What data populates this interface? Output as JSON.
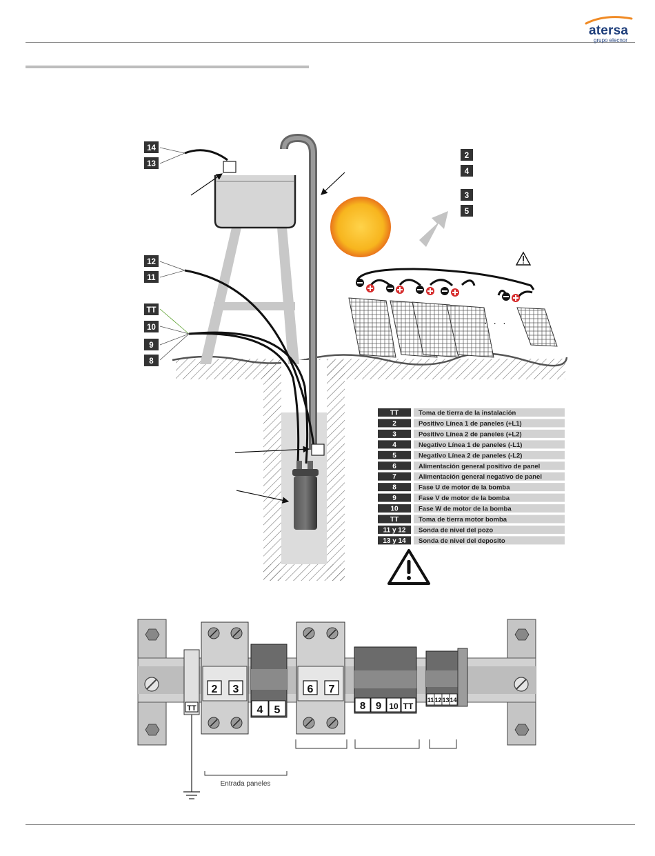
{
  "brand": {
    "name": "atersa",
    "subtitle": "grupo elecnor",
    "colors": {
      "primary": "#1d3d7a",
      "accent": "#f08a24"
    }
  },
  "diagram": {
    "tank_wire_labels": [
      "14",
      "13"
    ],
    "well_probe_labels": [
      "12",
      "11"
    ],
    "motor_labels": [
      "TT",
      "10",
      "9",
      "8"
    ],
    "panel_line_labels": [
      "2",
      "4",
      "3",
      "5"
    ],
    "panel_ellipsis": ". . ."
  },
  "legend": [
    {
      "code": "TT",
      "text": "Toma de tierra de la instalación"
    },
    {
      "code": "2",
      "text": "Positivo Línea 1 de paneles (+L1)"
    },
    {
      "code": "3",
      "text": "Positivo Línea 2 de paneles (+L2)"
    },
    {
      "code": "4",
      "text": "Negativo Línea 1 de paneles (-L1)"
    },
    {
      "code": "5",
      "text": "Negativo Línea 2 de paneles (-L2)"
    },
    {
      "code": "6",
      "text": "Alimentación general positivo de panel"
    },
    {
      "code": "7",
      "text": "Alimentación general negativo de panel"
    },
    {
      "code": "8",
      "text": "Fase U de motor de la bomba"
    },
    {
      "code": "9",
      "text": "Fase V de motor de la bomba"
    },
    {
      "code": "10",
      "text": "Fase W de motor de la bomba"
    },
    {
      "code": "TT",
      "text": "Toma de tierra motor bomba"
    },
    {
      "code": "11 y 12",
      "text": "Sonda de nivel del pozo"
    },
    {
      "code": "13 y 14",
      "text": "Sonda de nivel del deposito"
    }
  ],
  "terminal_block": {
    "earth": "TT",
    "breaker_a": [
      "2",
      "3"
    ],
    "neg_a": [
      "4",
      "5"
    ],
    "breaker_b": [
      "6",
      "7"
    ],
    "motor": [
      "8",
      "9",
      "10",
      "TT"
    ],
    "probes": [
      "11",
      "12",
      "13",
      "14"
    ],
    "caption": "Entrada paneles"
  }
}
